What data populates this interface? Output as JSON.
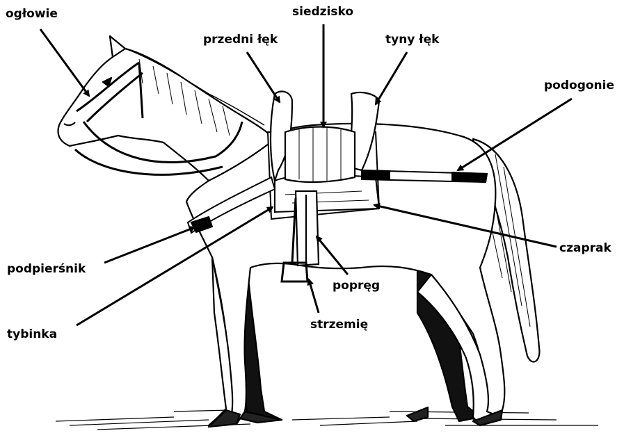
{
  "diagram": {
    "labels": {
      "oglowie": "ogłowie",
      "siedzisko": "siedzisko",
      "przedni_lek": "przedni łęk",
      "tylny_lek": "tyny łęk",
      "podogonie": "podogonie",
      "podpiersnik": "podpierśnik",
      "czaprak": "czaprak",
      "popreg": "popręg",
      "strzemie": "strzemię",
      "tybinka": "tybinka"
    }
  }
}
